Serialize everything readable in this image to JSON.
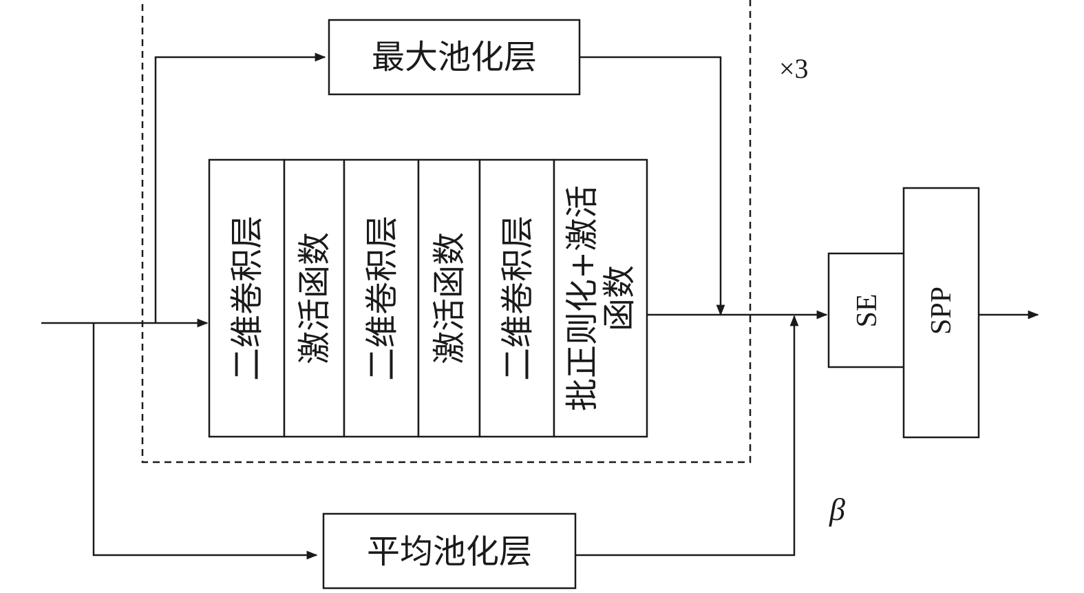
{
  "repeat_label": "×3",
  "beta_label": "β",
  "blocks": {
    "max_pool": "最大池化层",
    "avg_pool": "平均池化层",
    "conv_1": "二维卷积层",
    "act_1": "激活函数",
    "conv_2": "二维卷积层",
    "act_2": "激活函数",
    "conv_3": "二维卷积层",
    "bn_act_line1": "批正则化+激活",
    "bn_act_line2": "函数",
    "se": "SE",
    "spp": "SPP"
  }
}
